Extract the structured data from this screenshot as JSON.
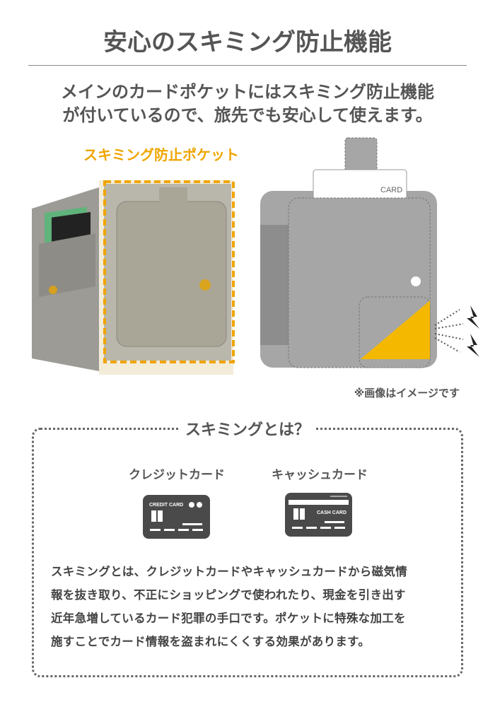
{
  "title": "安心のスキミング防止機能",
  "subtitle": [
    "メインのカードポケットにはスキミング防止機能",
    "が付いているので、旅先でも安心して使えます。"
  ],
  "pocket_label": "スキミング防止ポケット",
  "diagram_card_label": "CARD",
  "note": "※画像はイメージです",
  "skimming": {
    "heading": "スキミングとは？",
    "credit_label": "クレジットカード",
    "credit_icon_text": "CREDIT CARD",
    "cash_label": "キャッシュカード",
    "cash_icon_text": "CASH CARD",
    "paragraph": [
      "スキミングとは、クレジットカードやキャッシュカードから磁気情",
      "報を抜き取り、不正にショッピングで使われたり、現金を引き出す",
      "近年急増しているカード犯罪の手口です。ポケットに特殊な加工を",
      "施すことでカード情報を盗まれにくくする効果があります。"
    ]
  },
  "colors": {
    "accent": "#f0a500",
    "wallet": "#a8a6a0",
    "dark": "#4a4a4a"
  }
}
